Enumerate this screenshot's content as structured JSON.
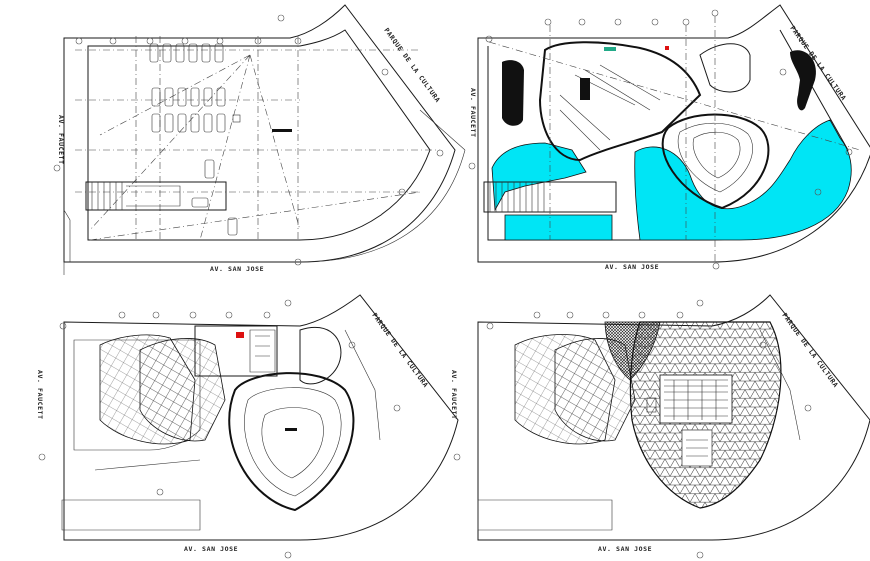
{
  "plans": [
    {
      "street_bottom": "AV. SAN JOSE",
      "street_left": "AV. FAUCETT",
      "street_right": "PARQUE DE LA CULTURA"
    },
    {
      "street_bottom": "AV. SAN JOSE",
      "street_left": "AV. FAUCETT",
      "street_right": "PARQUE DE LA CULTURA"
    },
    {
      "street_bottom": "AV. SAN JOSE",
      "street_left": "AV. FAUCETT",
      "street_right": "PARQUE DE LA CULTURA"
    },
    {
      "street_bottom": "AV. SAN JOSE",
      "street_left": "AV. FAUCETT",
      "street_right": "PARQUE DE LA CULTURA"
    }
  ],
  "colors": {
    "line": "#1a1a1a",
    "water": "#00e5f5",
    "accent_red": "#d11",
    "accent_green": "#2a8"
  }
}
